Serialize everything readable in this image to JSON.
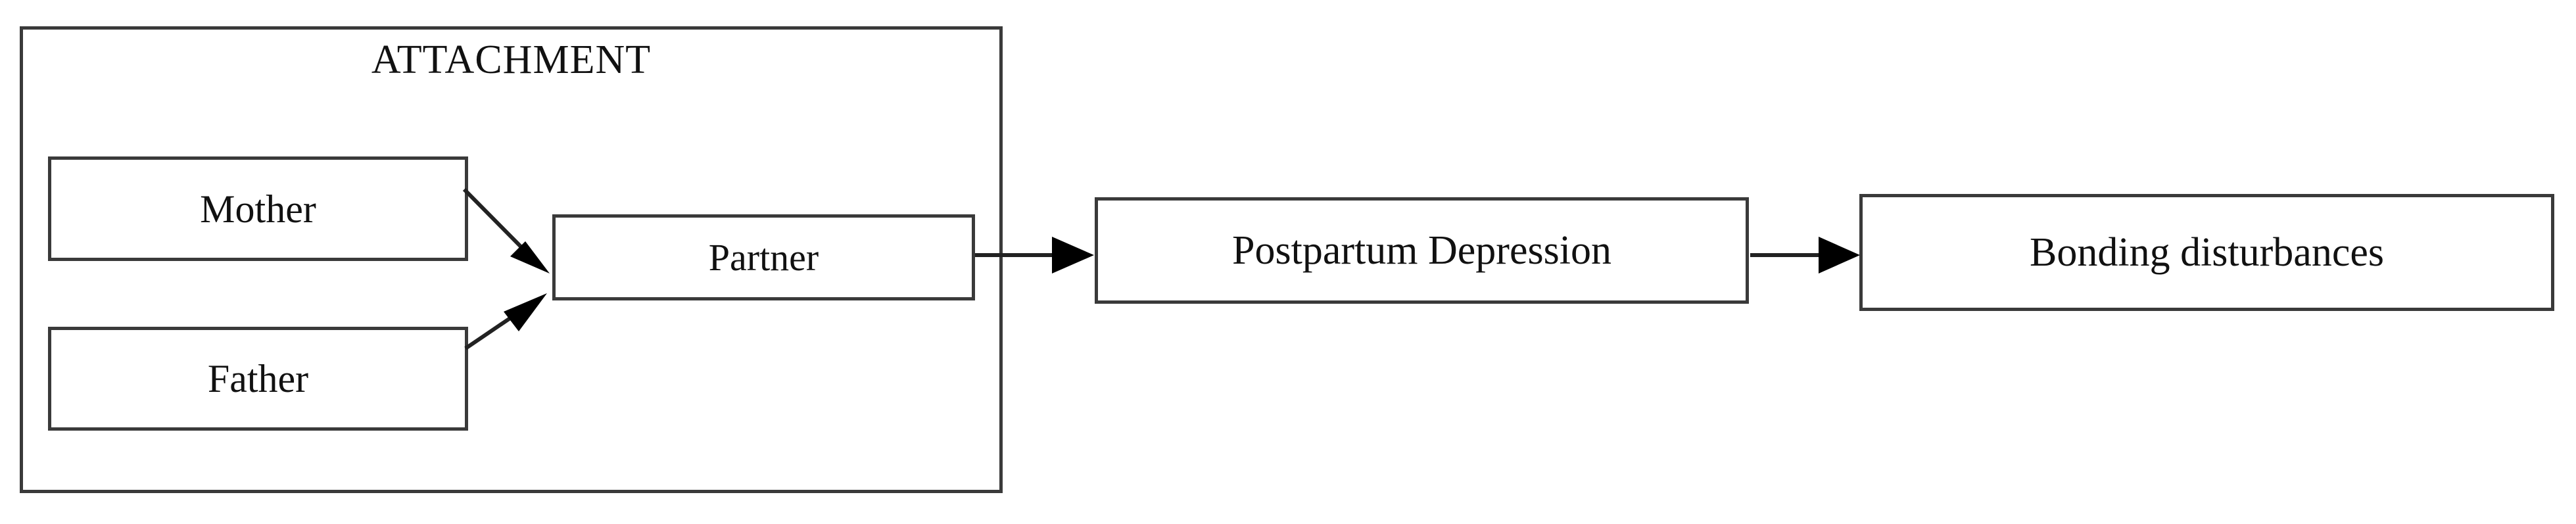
{
  "diagram": {
    "title": "",
    "group": {
      "label": "ATTACHMENT"
    },
    "nodes": [
      {
        "id": "mother",
        "label": "Mother"
      },
      {
        "id": "father",
        "label": "Father"
      },
      {
        "id": "partner",
        "label": "Partner"
      },
      {
        "id": "ppd",
        "label": "Postpartum Depression"
      },
      {
        "id": "bonding",
        "label": "Bonding disturbances"
      }
    ],
    "edges": [
      {
        "from": "mother",
        "to": "partner",
        "style": "arrow"
      },
      {
        "from": "father",
        "to": "partner",
        "style": "arrow"
      },
      {
        "from": "partner",
        "to": "ppd",
        "style": "arrow"
      },
      {
        "from": "ppd",
        "to": "bonding",
        "style": "arrow"
      }
    ],
    "colors": {
      "box_border": "#3a3a3a",
      "arrow": "#222222",
      "text": "#111111",
      "background": "#ffffff"
    }
  }
}
